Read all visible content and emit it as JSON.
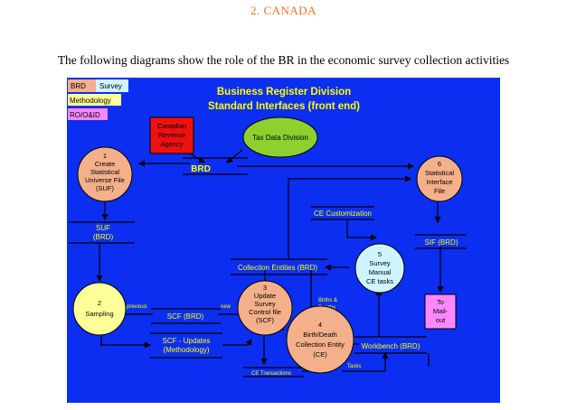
{
  "heading": "2.  CANADA",
  "intro": "The following diagrams show the role of the BR in the economic survey collection activities",
  "diagram": {
    "title1": "Business Register Division",
    "title2": "Standard Interfaces (front end)",
    "legend": {
      "brd": "BRD",
      "survey": "Survey",
      "methodology": "Methodology",
      "ro": "RO/O&ID"
    },
    "cra": [
      "Canadian",
      "Revenue",
      "Agency"
    ],
    "tax": "Tax Data Division",
    "brd": "BRD",
    "node1": [
      "1",
      "Create",
      "Statistical",
      "Universe File",
      "(SUF)"
    ],
    "node6": [
      "6",
      "Statistical",
      "Interface",
      "File"
    ],
    "node2": [
      "2",
      "Sampling"
    ],
    "node3": [
      "3",
      "Update",
      "Survey",
      "Control file",
      "(SCF)"
    ],
    "node4": [
      "4",
      "Birth/Death",
      "Collection Entity",
      "(CE)"
    ],
    "node5": [
      "5",
      "Survey",
      "Manual",
      "CE tasks"
    ],
    "mail": [
      "To",
      "Mail-",
      "out"
    ],
    "suf": [
      "SUF",
      "(BRD)"
    ],
    "sif": "SIF (BRD)",
    "ce_custom": "CE Customization",
    "coll": "Collection Entities (BRD)",
    "scf": "SCF (BRD)",
    "scfu": [
      "SCF - Updates",
      "(Methodology)"
    ],
    "wb": "Workbench (BRD)",
    "ce_trans": "CE Transactions",
    "previous": "previous",
    "new": "new",
    "births": [
      "Births &",
      "Deaths"
    ],
    "tasks": "Tasks",
    "colors": {
      "bg": "#0b2ef0",
      "node": "#f4b08a",
      "yellow": "#ffff99",
      "cyan": "#cff4ff",
      "green": "#8ed12e",
      "red": "#ee1111",
      "pink": "#ff88ff",
      "title": "#ffff00"
    }
  }
}
